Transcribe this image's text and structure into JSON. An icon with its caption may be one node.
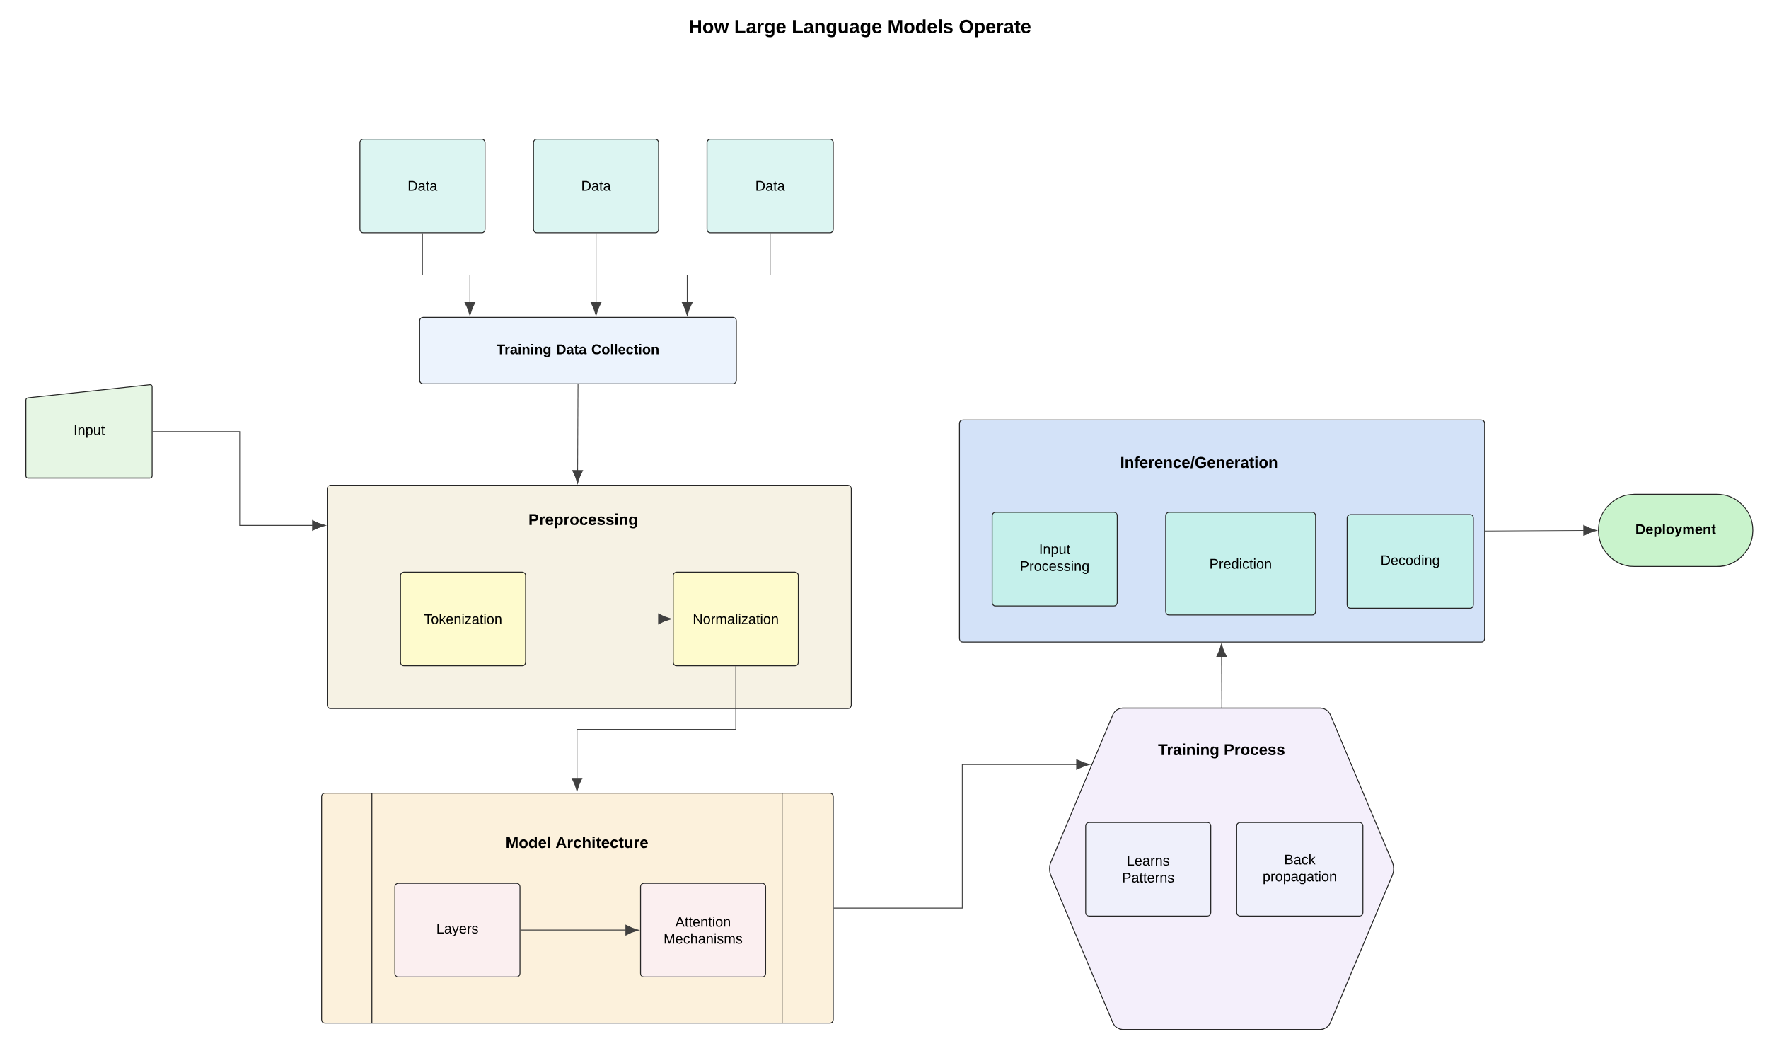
{
  "diagram": {
    "title": "How Large Language Models Operate",
    "nodes": [
      {
        "text": [
          "Data"
        ]
      },
      {
        "text": [
          "Data"
        ]
      },
      {
        "text": [
          "Data"
        ]
      },
      {
        "text": [
          "Training Data Collection"
        ]
      },
      {
        "text": [
          "Input"
        ]
      },
      {
        "text": [
          "Preprocessing"
        ]
      },
      {
        "text": [
          "Tokenization"
        ],
        "in": 5
      },
      {
        "text": [
          "Normalization"
        ],
        "in": 5
      },
      {
        "text": [
          "Model Architecture"
        ]
      },
      {
        "text": [
          "Layers"
        ],
        "in": 8
      },
      {
        "text": [
          "Attention Mechanisms"
        ],
        "in": 8
      },
      {
        "text": [
          "Inference/Generation"
        ]
      },
      {
        "text": [
          "Input Processing"
        ],
        "in": 11
      },
      {
        "text": [
          "Prediction"
        ],
        "in": 11
      },
      {
        "text": [
          "Decoding"
        ],
        "in": 11
      },
      {
        "text": [
          "Deployment"
        ]
      },
      {
        "text": [
          "Training Process"
        ]
      },
      {
        "text": [
          "Learns Patterns"
        ],
        "in": 16
      },
      {
        "text": [
          "Back propagation"
        ],
        "in": 16
      }
    ],
    "edges": [
      {
        "from": 0,
        "to": 3,
        "arrow": "to"
      },
      {
        "from": 1,
        "to": 3,
        "arrow": "to"
      },
      {
        "from": 2,
        "to": 3,
        "arrow": "to"
      },
      {
        "from": 3,
        "to": 5,
        "arrow": "to"
      },
      {
        "from": 4,
        "to": 5,
        "arrow": "to"
      },
      {
        "from": 6,
        "to": 7,
        "arrow": "to"
      },
      {
        "from": 7,
        "to": 8,
        "arrow": "to"
      },
      {
        "from": 9,
        "to": 10,
        "arrow": "to"
      },
      {
        "from": 8,
        "to": 16,
        "arrow": "to"
      },
      {
        "from": 16,
        "to": 11,
        "arrow": "to"
      },
      {
        "from": 11,
        "to": 15,
        "arrow": "to"
      }
    ]
  }
}
